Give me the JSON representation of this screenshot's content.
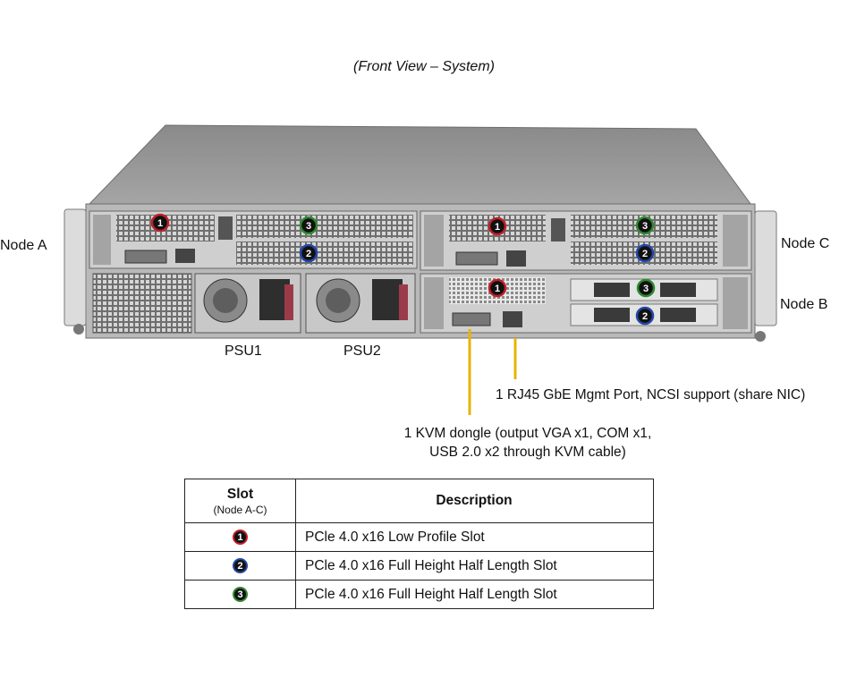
{
  "caption": "(Front View – System)",
  "labels": {
    "node_a": "Node A",
    "node_b": "Node B",
    "node_c": "Node C",
    "psu1": "PSU1",
    "psu2": "PSU2"
  },
  "callouts": {
    "rj45": "1 RJ45 GbE Mgmt Port, NCSI support (share NIC)",
    "kvm_line1": "1 KVM dongle (output VGA x1, COM x1,",
    "kvm_line2": "USB 2.0 x2 through  KVM cable)"
  },
  "slot_badges": [
    "1",
    "2",
    "3"
  ],
  "table": {
    "header_slot": "Slot",
    "header_slot_sub": "(Node  A-C)",
    "header_description": "Description",
    "rows": [
      {
        "badge": "1",
        "description": "PCle 4.0 x16 Low Profile Slot"
      },
      {
        "badge": "2",
        "description": "PCle 4.0 x16 Full Height Half Length Slot"
      },
      {
        "badge": "3",
        "description": "PCle 4.0 x16 Full Height Half Length Slot"
      }
    ]
  },
  "colors": {
    "slot1_ring": "#c0202a",
    "slot2_ring": "#2348a8",
    "slot3_ring": "#2f8a2f",
    "callout_line": "#e8b400",
    "chassis_top": "#9a9a9a",
    "chassis_face": "#b8b8b8"
  }
}
